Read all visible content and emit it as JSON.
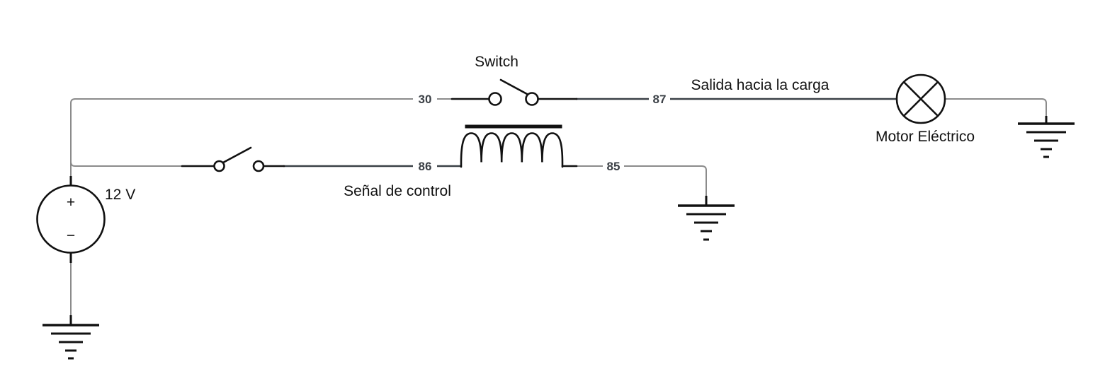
{
  "diagram": {
    "type": "relay-circuit-schematic",
    "colors": {
      "background": "#ffffff",
      "wire_gray": "#8b8b8b",
      "wire_dark": "#3a4046",
      "component_ink": "#111111",
      "label_ink": "#111111",
      "terminal_ink": "#3b4046"
    },
    "labels": {
      "switch": "Switch",
      "load_output": "Salida hacia la carga",
      "motor": "Motor Eléctrico",
      "control_signal": "Señal de control",
      "source_voltage": "12 V",
      "polarity_positive": "+",
      "polarity_negative": "−"
    },
    "terminals": {
      "common_30": "30",
      "output_87": "87",
      "coil_86": "86",
      "coil_85": "85"
    },
    "components": [
      "12 V DC source",
      "relay contact switch (30/87)",
      "control switch",
      "relay coil (86/85)",
      "electric motor (load)",
      "ground x3"
    ]
  }
}
